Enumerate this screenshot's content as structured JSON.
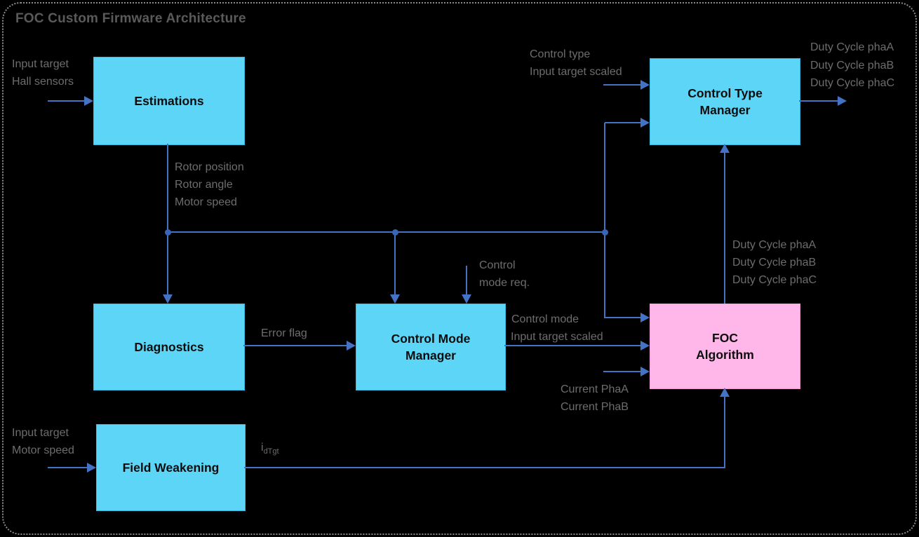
{
  "title": "FOC Custom Firmware Architecture",
  "colors": {
    "line": "#4472C4",
    "dot": "#3A64B4",
    "box_cyan": "#5CD5F7",
    "box_pink": "#FFB6E8",
    "label": "#6D6D6D",
    "title": "#5A5A5A",
    "background": "#000000",
    "frame": "#8C8C8C"
  },
  "blocks": {
    "estimations": {
      "label": "Estimations"
    },
    "control_type_manager": {
      "label": "Control Type Manager"
    },
    "diagnostics": {
      "label": "Diagnostics"
    },
    "control_mode_manager": {
      "label": "Control Mode Manager"
    },
    "foc_algorithm": {
      "label": "FOC Algorithm"
    },
    "field_weakening": {
      "label": "Field Weakening"
    }
  },
  "labels": {
    "estimations_inputs": [
      "Input target",
      "Hall sensors"
    ],
    "ctm_inputs": [
      "Control type",
      "Input target scaled"
    ],
    "ctm_outputs": [
      "Duty Cycle phaA",
      "Duty Cycle phaB",
      "Duty Cycle phaC"
    ],
    "estimations_outputs": [
      "Rotor position",
      "Rotor angle",
      "Motor speed"
    ],
    "cmm_request": [
      "Control",
      "mode req."
    ],
    "foc_duty_outputs": [
      "Duty Cycle phaA",
      "Duty Cycle phaB",
      "Duty Cycle phaC"
    ],
    "error_flag": "Error flag",
    "cmm_outputs": [
      "Control mode",
      "Input target scaled"
    ],
    "foc_current_inputs": [
      "Current PhaA",
      "Current PhaB"
    ],
    "fw_inputs": [
      "Input target",
      "Motor speed"
    ],
    "fw_output": {
      "base": "i",
      "sub": "dTgt"
    }
  }
}
